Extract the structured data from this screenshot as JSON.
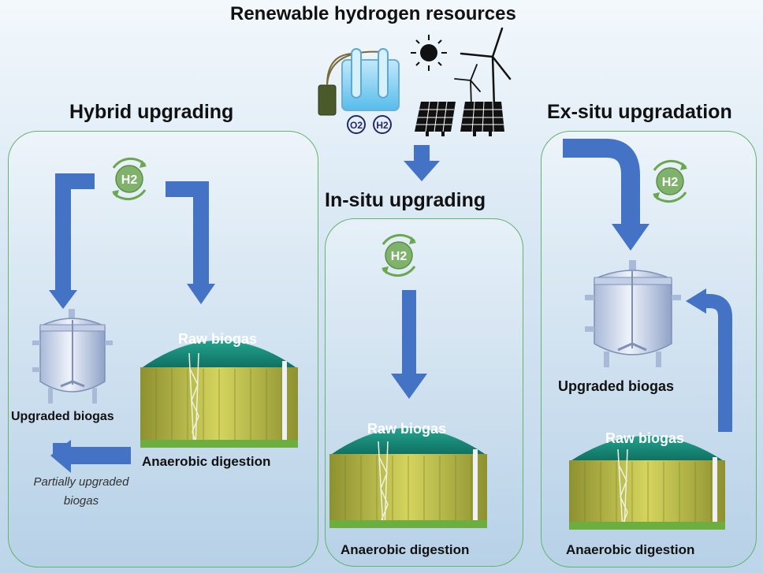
{
  "header": {
    "title": "Renewable hydrogen resources",
    "o2_label": "O2",
    "h2_label": "H2"
  },
  "panels": {
    "hybrid": {
      "title": "Hybrid upgrading",
      "h2_badge": "H2",
      "raw_biogas": "Raw biogas",
      "upgraded_biogas": "Upgraded biogas",
      "anaerobic_digestion": "Anaerobic digestion",
      "partial_line1": "Partially upgraded",
      "partial_line2": "biogas"
    },
    "insitu": {
      "title": "In-situ upgrading",
      "h2_badge": "H2",
      "raw_biogas": "Raw biogas",
      "anaerobic_digestion": "Anaerobic digestion"
    },
    "exsitu": {
      "title": "Ex-situ upgradation",
      "h2_badge": "H2",
      "upgraded_biogas": "Upgraded biogas",
      "raw_biogas": "Raw biogas",
      "anaerobic_digestion": "Anaerobic digestion"
    }
  },
  "colors": {
    "arrow": "#4472c4",
    "panel_border": "#62b46a",
    "h2_green": "#7fb26a",
    "dome_teal": "#1a8a78",
    "digester_yellow": "#b7b945"
  }
}
